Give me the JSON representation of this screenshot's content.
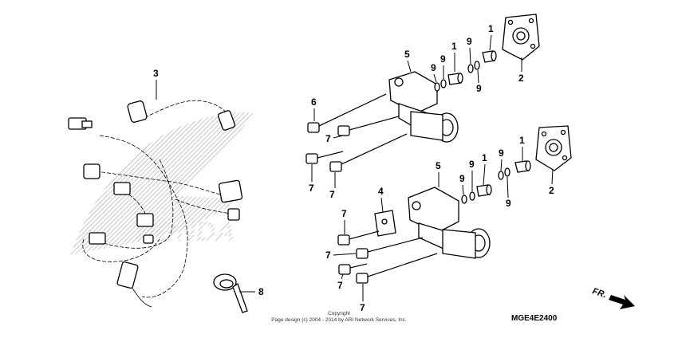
{
  "callouts": {
    "c3": "3",
    "c8": "8",
    "c5a": "5",
    "c6": "6",
    "c7a": "7",
    "c7b": "7",
    "c7c": "7",
    "c9a": "9",
    "c1a": "1",
    "c9b": "9",
    "c9c": "9",
    "c2a": "2",
    "c4": "4",
    "c5b": "5",
    "c7d": "7",
    "c7e": "7",
    "c7f": "7",
    "c7g": "7",
    "c9d": "9",
    "c1b": "1",
    "c9e": "9",
    "c9f": "9",
    "c1c": "1",
    "c2b": "2",
    "c1d": "1",
    "c9g": "9",
    "c9h": "9"
  },
  "footer": {
    "copyright_line1": "Copyright",
    "copyright_line2": "Page design (c) 2004 - 2014 by ARI Network Services, Inc.",
    "diagram_code": "MGE4E2400",
    "direction_label": "FR."
  },
  "watermark": {
    "brand": "HONDA"
  },
  "colors": {
    "line": "#000000",
    "background": "#ffffff",
    "watermark": "#9a9a9a"
  }
}
